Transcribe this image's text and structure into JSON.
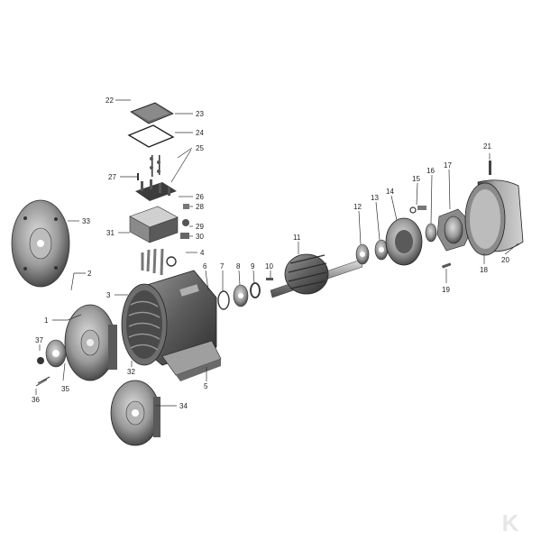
{
  "diagram": {
    "callouts": [
      "1",
      "2",
      "3",
      "4",
      "5",
      "6",
      "7",
      "8",
      "9",
      "10",
      "11",
      "12",
      "13",
      "14",
      "15",
      "16",
      "17",
      "18",
      "19",
      "20",
      "21",
      "22",
      "23",
      "24",
      "25",
      "26",
      "27",
      "28",
      "29",
      "30",
      "31",
      "32",
      "33",
      "34",
      "35",
      "36",
      "37"
    ]
  },
  "brand": {
    "logo_text": "K"
  },
  "colors": {
    "metal": "#7a7a7a",
    "metal_light": "#c4c4c4",
    "metal_dark": "#3c3c3c",
    "background": "#ffffff",
    "logo": "#e6e6e6"
  }
}
